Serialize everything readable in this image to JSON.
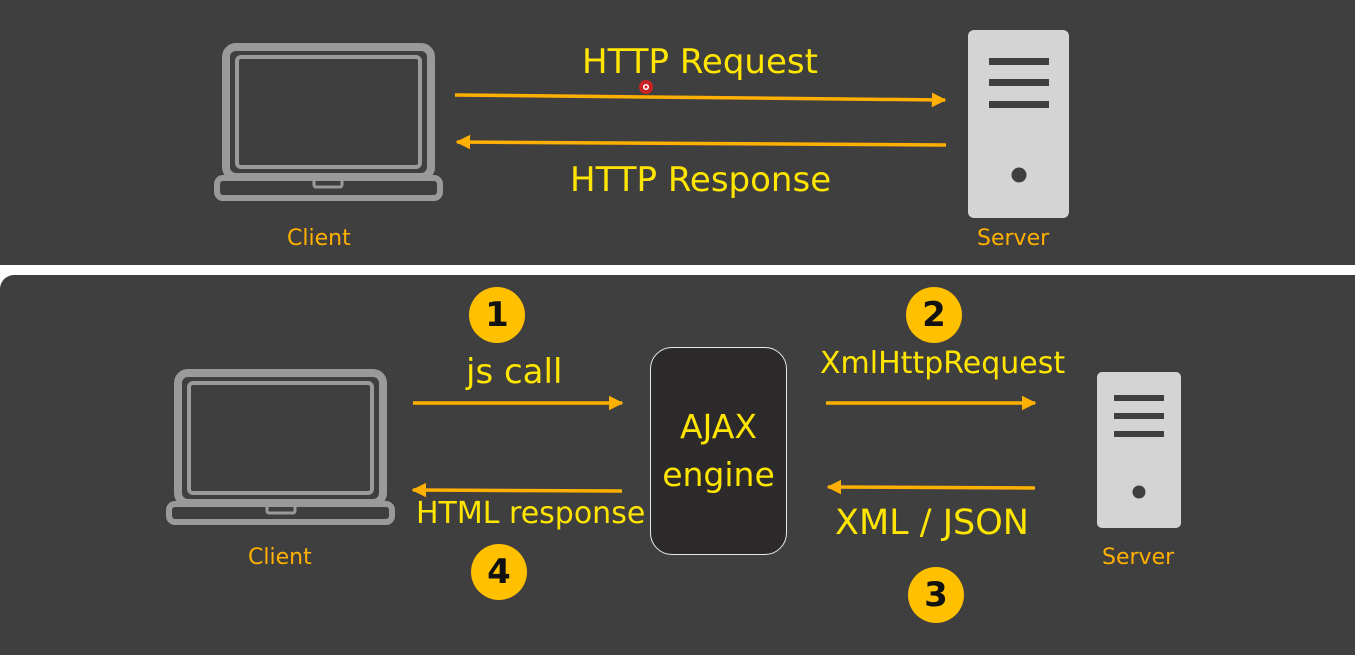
{
  "top": {
    "request_label": "HTTP Request",
    "response_label": "HTTP Response",
    "client_label": "Client",
    "server_label": "Server"
  },
  "bottom": {
    "client_label": "Client",
    "server_label": "Server",
    "ajax_line1": "AJAX",
    "ajax_line2": "engine",
    "step1_number": "1",
    "step1_label": "js call",
    "step2_number": "2",
    "step2_label": "XmlHttpRequest",
    "step3_number": "3",
    "step3_label": "XML / JSON",
    "step4_number": "4",
    "step4_label": "HTML response"
  },
  "colors": {
    "panel_bg": "#3f3f3f",
    "arrow": "#ffb000",
    "text_yellow": "#ffe500",
    "text_orange": "#ffb000",
    "badge": "#ffc000",
    "device": "#9a9a9a",
    "server": "#d4d4d4"
  },
  "icons": [
    "laptop-icon",
    "server-icon",
    "cursor-indicator"
  ]
}
